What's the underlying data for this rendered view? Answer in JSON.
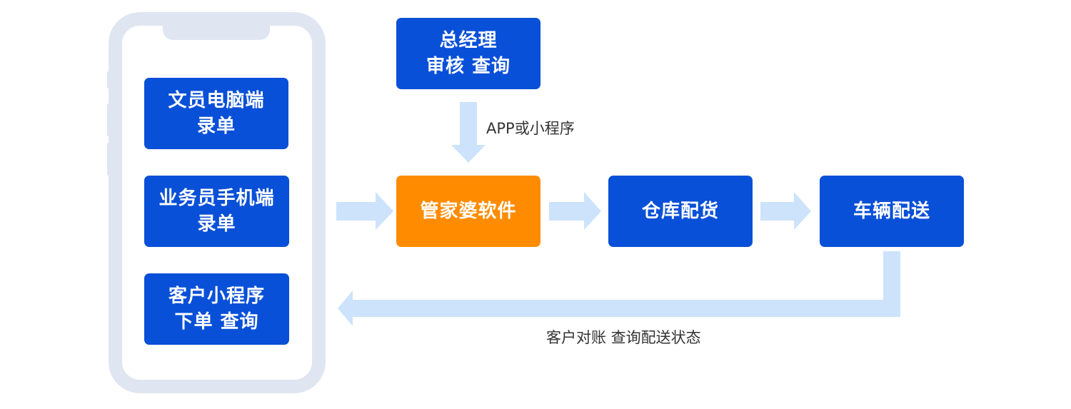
{
  "colors": {
    "box_blue": "#0950d8",
    "box_orange": "#ff8c00",
    "arrow": "#cce3fb",
    "phone_frame": "#dfe6f2",
    "label_text": "#333333"
  },
  "phone": {
    "entries": [
      {
        "line1": "文员电脑端",
        "line2": "录单"
      },
      {
        "line1": "业务员手机端",
        "line2": "录单"
      },
      {
        "line1": "客户小程序",
        "line2": "下单 查询"
      }
    ]
  },
  "manager": {
    "line1": "总经理",
    "line2": "审核 查询"
  },
  "manager_link_label": "APP或小程序",
  "flow": {
    "software": "管家婆软件",
    "warehouse": "仓库配货",
    "delivery": "车辆配送"
  },
  "return_label": "客户对账 查询配送状态"
}
